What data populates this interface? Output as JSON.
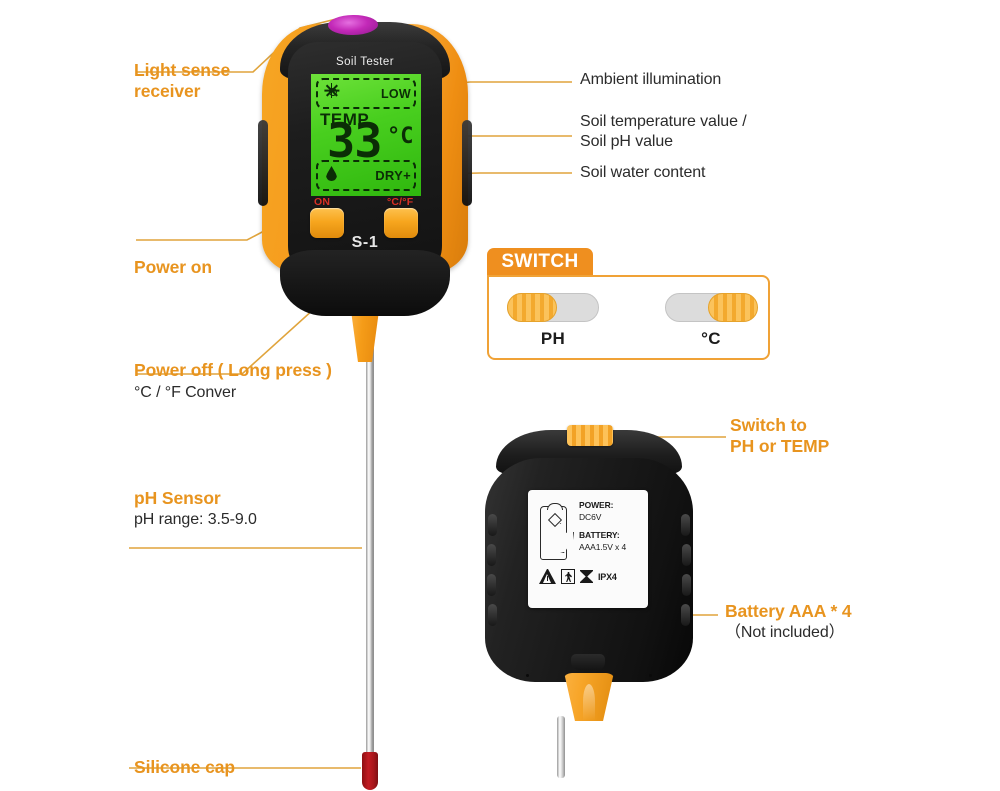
{
  "front_device": {
    "brand_label": "Soil Tester",
    "model_label": "S-1",
    "lcd": {
      "light_level": "LOW",
      "temp_label": "TEMP",
      "temp_value": "33",
      "temp_unit": "°C",
      "moisture_level": "DRY+"
    },
    "buttons": {
      "power_label": "ON",
      "unit_label": "°C/°F"
    }
  },
  "switch_panel": {
    "title": "SWITCH",
    "options": [
      {
        "caption": "PH",
        "position": "left"
      },
      {
        "caption": "°C",
        "position": "right"
      }
    ]
  },
  "back_device": {
    "label": {
      "power_title": "POWER:",
      "power_value": "DC6V",
      "battery_title": "BATTERY:",
      "battery_value": "AAA1.5V x 4",
      "ip_rating": "IPX4"
    }
  },
  "callouts": {
    "light_sense": {
      "title": "Light sense\nreceiver"
    },
    "power_on": {
      "title": "Power on"
    },
    "power_off": {
      "title": "Power off ( Long press )",
      "sub": "°C / °F Conver"
    },
    "ph_sensor": {
      "title": "pH Sensor",
      "sub": "pH range: 3.5-9.0"
    },
    "silicone_cap": {
      "title": "Silicone cap"
    },
    "ambient": {
      "text": "Ambient illumination"
    },
    "temp_ph": {
      "text": "Soil temperature value /\nSoil pH value"
    },
    "water": {
      "text": "Soil water content"
    },
    "switch_to": {
      "title": "Switch to\nPH or TEMP"
    },
    "battery": {
      "title": "Battery AAA * 4",
      "sub": "（Not included）"
    }
  },
  "colors": {
    "accent_orange": "#E8941F",
    "leader_line": "#E0A43C",
    "lcd_green": "#49CF1F",
    "body_black": "#1a1a1a",
    "cap_red": "#A5151A"
  }
}
